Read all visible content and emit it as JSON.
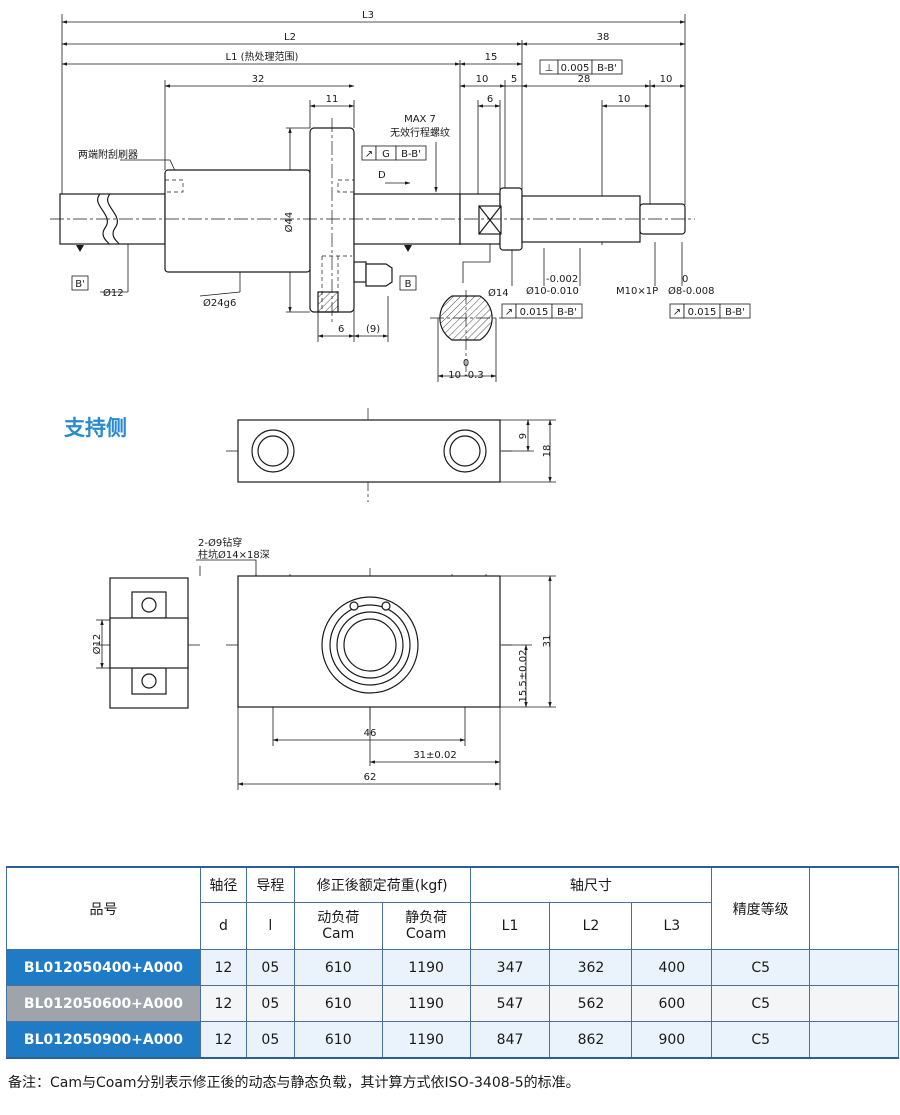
{
  "top_view": {
    "dim_L3": "L3",
    "dim_L2": "L2",
    "dim_38": "38",
    "dim_L1": "L1 (热处理范围)",
    "dim_15": "15",
    "dim_32": "32",
    "dim_10a": "10",
    "dim_5": "5",
    "dim_28": "28",
    "dim_10b": "10",
    "dim_11": "11",
    "dim_6a": "6",
    "dim_10c": "10",
    "max7_line1": "MAX 7",
    "max7_line2": "无效行程螺纹",
    "wiper_label": "两端附刮刷器",
    "dim_D": "D",
    "dia44": "Ø44",
    "dia12": "Ø12",
    "dia24": "Ø24g6",
    "dia14": "Ø14",
    "tol_a_top": "-0.002",
    "tol_a_main": "Ø10-0.010",
    "m10": "M10×1P",
    "tol_b_top": "0",
    "tol_b_main": "Ø8-0.008",
    "dim_6b": "6",
    "dim_9": "(9)",
    "dim_10d_top": "0",
    "dim_10d": "10 -0.3",
    "datum_b_prime": "B'",
    "datum_b": "B",
    "gtol_perp_val": "0.005",
    "gtol_perp_ref": "B-B'",
    "gtol_g_sym": "G",
    "gtol_g_ref": "B-B'",
    "gtol_runout1_val": "0.015",
    "gtol_runout1_ref": "B-B'",
    "gtol_runout2_val": "0.015",
    "gtol_runout2_ref": "B-B'"
  },
  "support_section_title": "支持侧",
  "support_view": {
    "dim_9": "9",
    "dim_18": "18",
    "hole_note_line1": "2-Ø9钻穿",
    "hole_note_line2": "柱坑Ø14×18深",
    "dia12": "Ø12",
    "dim_31": "31",
    "dim_15_5": "15.5±0.02",
    "dim_46": "46",
    "dim_31_02": "31±0.02",
    "dim_62": "62"
  },
  "table": {
    "header_part": "品号",
    "header_shaft_dia": "轴径",
    "header_lead": "导程",
    "header_load": "修正後额定荷重(kgf)",
    "header_shaft_size": "轴尺寸",
    "header_grade": "精度等级",
    "sub_d": "d",
    "sub_l": "l",
    "sub_dyn_line1": "动负荷",
    "sub_dyn_line2": "Cam",
    "sub_stat_line1": "静负荷",
    "sub_stat_line2": "Coam",
    "sub_L1": "L1",
    "sub_L2": "L2",
    "sub_L3": "L3",
    "rows": [
      {
        "part": "BL012050400+A000",
        "d": "12",
        "l": "05",
        "cam": "610",
        "coam": "1190",
        "L1": "347",
        "L2": "362",
        "L3": "400",
        "grade": "C5"
      },
      {
        "part": "BL012050600+A000",
        "d": "12",
        "l": "05",
        "cam": "610",
        "coam": "1190",
        "L1": "547",
        "L2": "562",
        "L3": "600",
        "grade": "C5"
      },
      {
        "part": "BL012050900+A000",
        "d": "12",
        "l": "05",
        "cam": "610",
        "coam": "1190",
        "L1": "847",
        "L2": "862",
        "L3": "900",
        "grade": "C5"
      }
    ]
  },
  "footnote": "备注：Cam与Coam分别表示修正後的动态与静态负载，其计算方式依ISO-3408-5的标准。",
  "colors": {
    "accent": "#2a8ad0",
    "row_blue": "#1f7bc5",
    "row_gray": "#9fa4aa",
    "line": "#1a1a1a"
  }
}
